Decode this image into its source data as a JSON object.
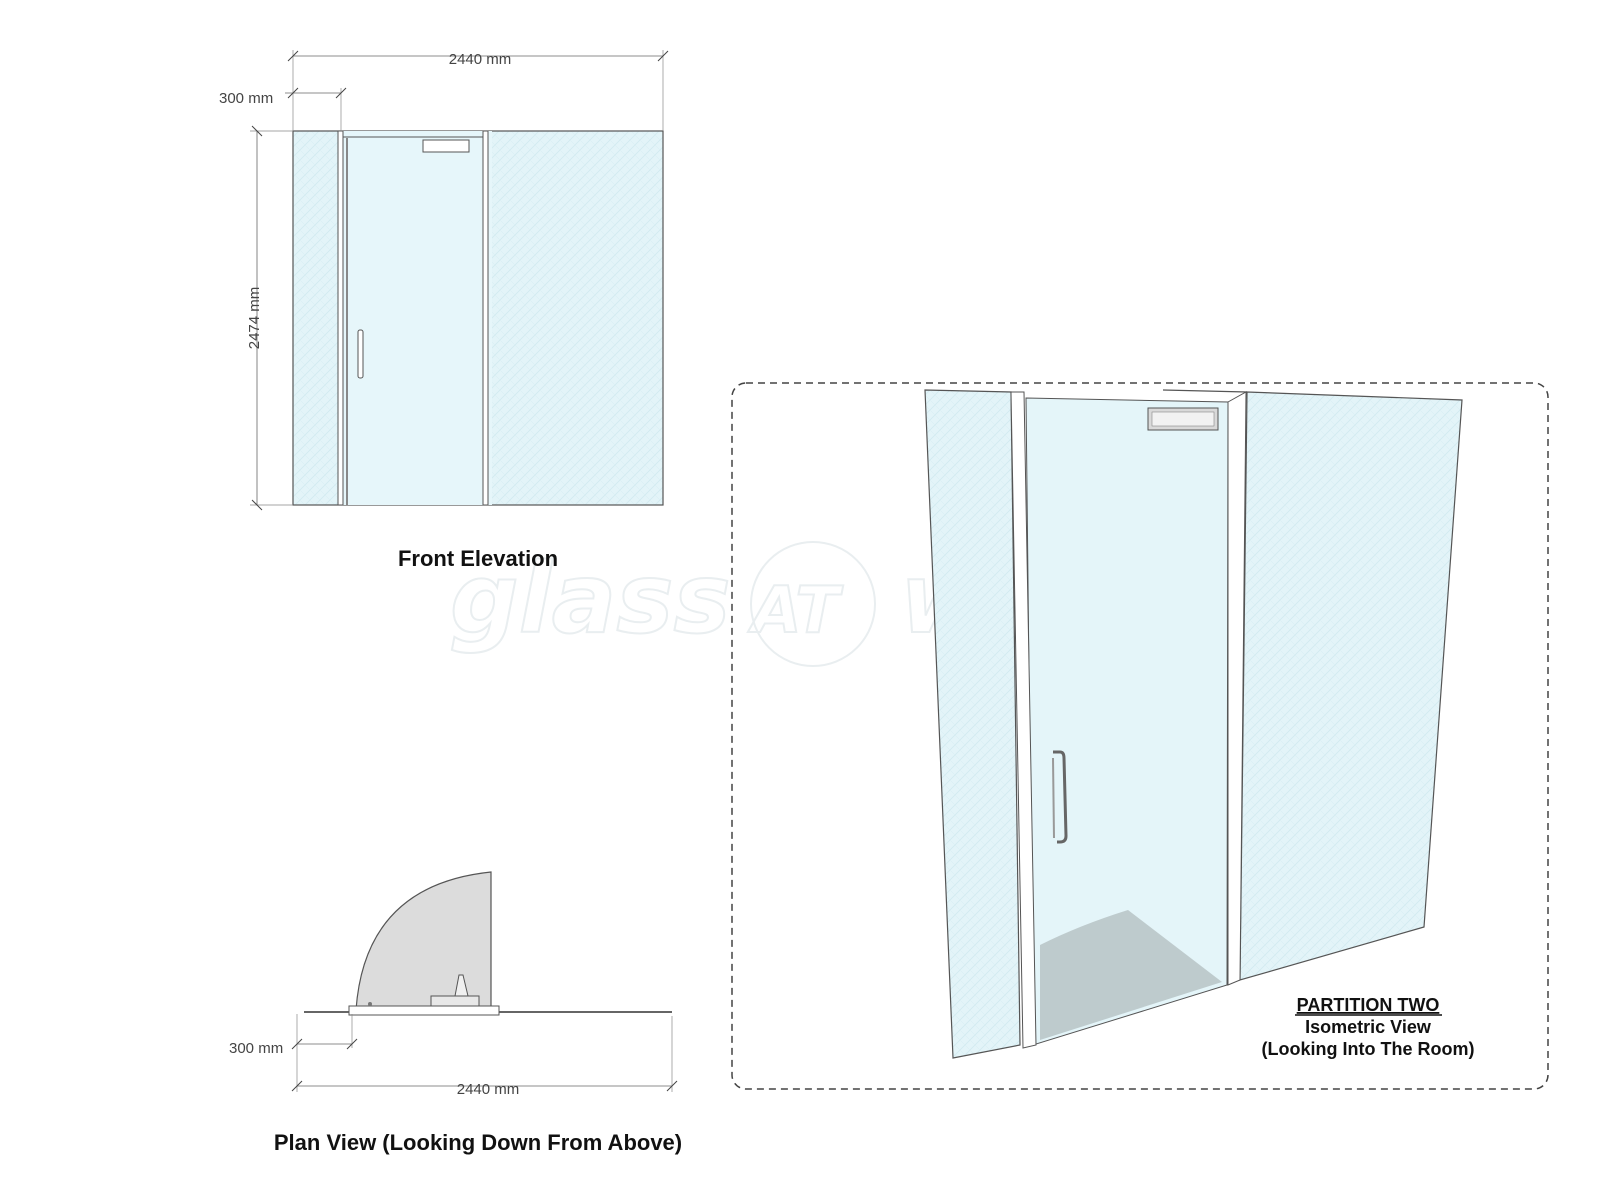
{
  "drawing": {
    "front_elevation": {
      "caption": "Front Elevation",
      "width_label": "2440 mm",
      "side_panel_label": "300 mm",
      "height_label": "2474 mm"
    },
    "plan_view": {
      "caption": "Plan View (Looking Down From Above)",
      "side_panel_label": "300 mm",
      "width_label": "2440 mm"
    },
    "isometric": {
      "title": "PARTITION TWO",
      "subtitle": "Isometric View",
      "note": "(Looking Into The Room)"
    },
    "watermark": {
      "left": "glass",
      "middle": "AT",
      "right": "work"
    },
    "colors": {
      "glass": "#dff3f8",
      "frame": "#555555",
      "door_swing": "#dcdcdc",
      "floor_shadow": "#b7c3c6"
    }
  }
}
